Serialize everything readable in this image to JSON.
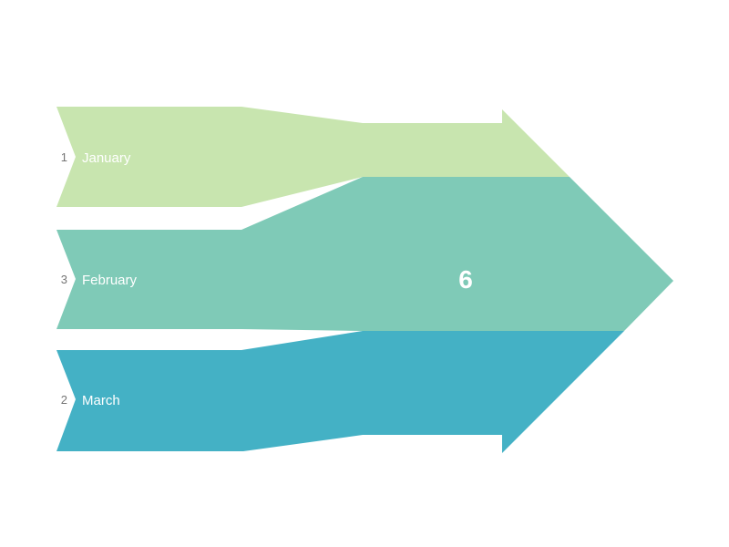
{
  "chart_data": {
    "type": "sankey",
    "variant": "merging-ribbon-arrows",
    "description": "Three horizontal ribbon arrows with chevron tails merge left-to-right into a single large right-pointing arrow; band thickness at the merge point is proportional to each value (1 + 3 + 2 = 6).",
    "categories": [
      "January",
      "February",
      "March"
    ],
    "values": [
      1,
      3,
      2
    ],
    "value_labels": [
      "1",
      "3",
      "2"
    ],
    "merged_total": 6,
    "merged_total_label": "6",
    "colors": [
      "#c8e5af",
      "#7fcab7",
      "#44b1c5"
    ],
    "band_label_color": "#ffffff",
    "value_label_color": "#757575",
    "total_label_color": "#ffffff",
    "background_color": "#ffffff",
    "legend": "none",
    "axes": "none",
    "flow_direction": "left-to-right"
  },
  "bands": [
    {
      "label": "January",
      "value": "1"
    },
    {
      "label": "February",
      "value": "3"
    },
    {
      "label": "March",
      "value": "2"
    }
  ],
  "total": {
    "label": "6"
  }
}
